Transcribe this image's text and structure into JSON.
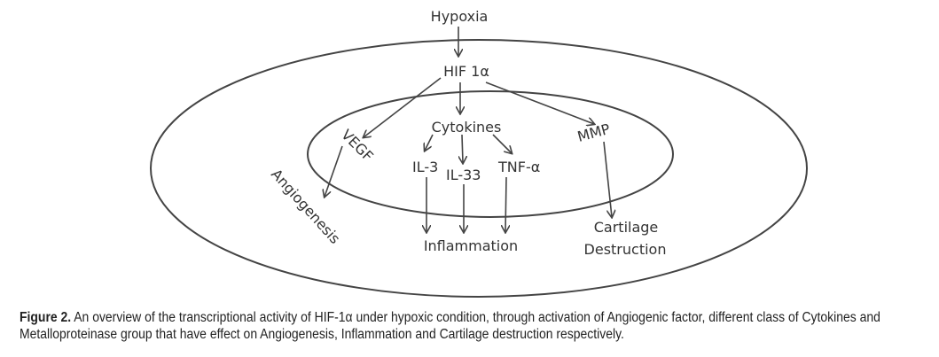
{
  "diagram": {
    "hypoxia": "Hypoxia",
    "hif": "HIF 1α",
    "cytokines": "Cytokines",
    "vegf": "VEGF",
    "angiogenesis": "Angiogenesis",
    "il3": "IL-3",
    "il33": "IL-33",
    "tnf": "TNF-α",
    "mmp": "MMP",
    "inflammation": "Inflammation",
    "cartilage": "Cartilage",
    "destruction": "Destruction"
  },
  "caption": {
    "label": "Figure 2.",
    "text": " An overview of the transcriptional activity of HIF-1α under hypoxic condition, through activation of Angiogenic factor, different class of Cytokines and Metalloproteinase group that have effect on Angiogenesis, Inflammation and Cartilage destruction respectively."
  }
}
